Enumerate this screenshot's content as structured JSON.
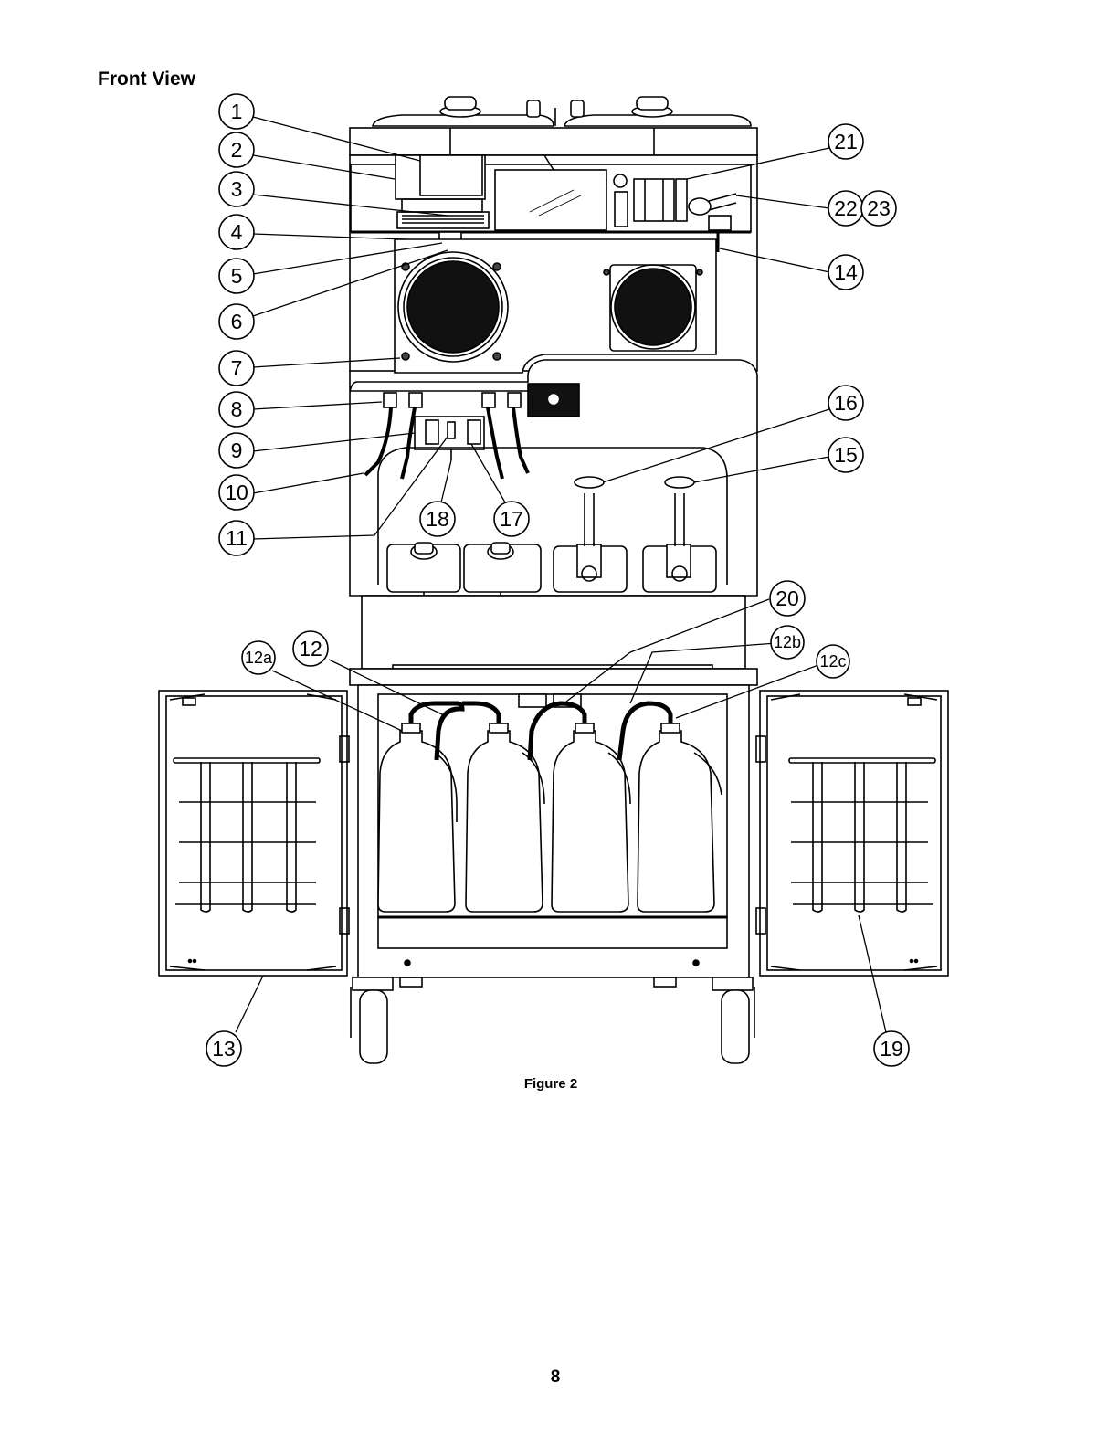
{
  "page": {
    "heading": "Front View",
    "caption": "Figure 2",
    "page_number": "8"
  },
  "callouts": {
    "c1": "1",
    "c2": "2",
    "c3": "3",
    "c4": "4",
    "c5": "5",
    "c6": "6",
    "c7": "7",
    "c8": "8",
    "c9": "9",
    "c10": "10",
    "c11": "11",
    "c12": "12",
    "c12a": "12a",
    "c12b": "12b",
    "c12c": "12c",
    "c13": "13",
    "c14": "14",
    "c15": "15",
    "c16": "16",
    "c17": "17",
    "c18": "18",
    "c19": "19",
    "c20": "20",
    "c21": "21",
    "c22": "22",
    "c23": "23"
  }
}
